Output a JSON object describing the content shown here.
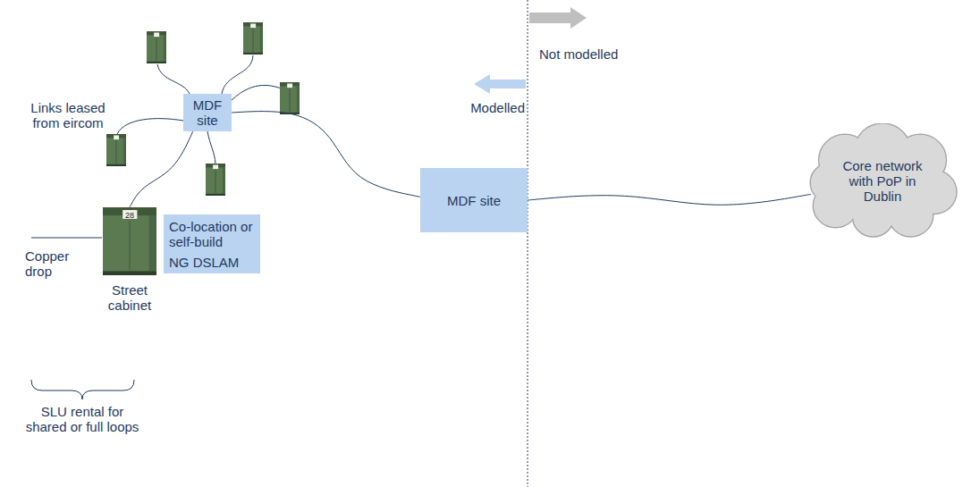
{
  "diagram": {
    "nodes": [
      {
        "text": [
          "MDF site"
        ]
      },
      {
        "text": [
          "Street cabinet"
        ]
      },
      {
        "text": [
          "Co-location or self-build",
          "NG DSLAM"
        ]
      },
      {
        "text": [
          "MDF site"
        ]
      },
      {
        "text": [
          "Core network with PoP in Dublin"
        ]
      }
    ],
    "edges": [
      {
        "from": 0,
        "to": 3,
        "arrow": "none"
      },
      {
        "from": 3,
        "to": 4,
        "arrow": "none"
      },
      {
        "from": 0,
        "to": 1,
        "arrow": "none"
      }
    ],
    "labels": [
      "Links leased from eircom",
      "Not modelled",
      "Modelled",
      "Copper drop",
      "SLU rental for shared or full loops",
      "28"
    ]
  }
}
